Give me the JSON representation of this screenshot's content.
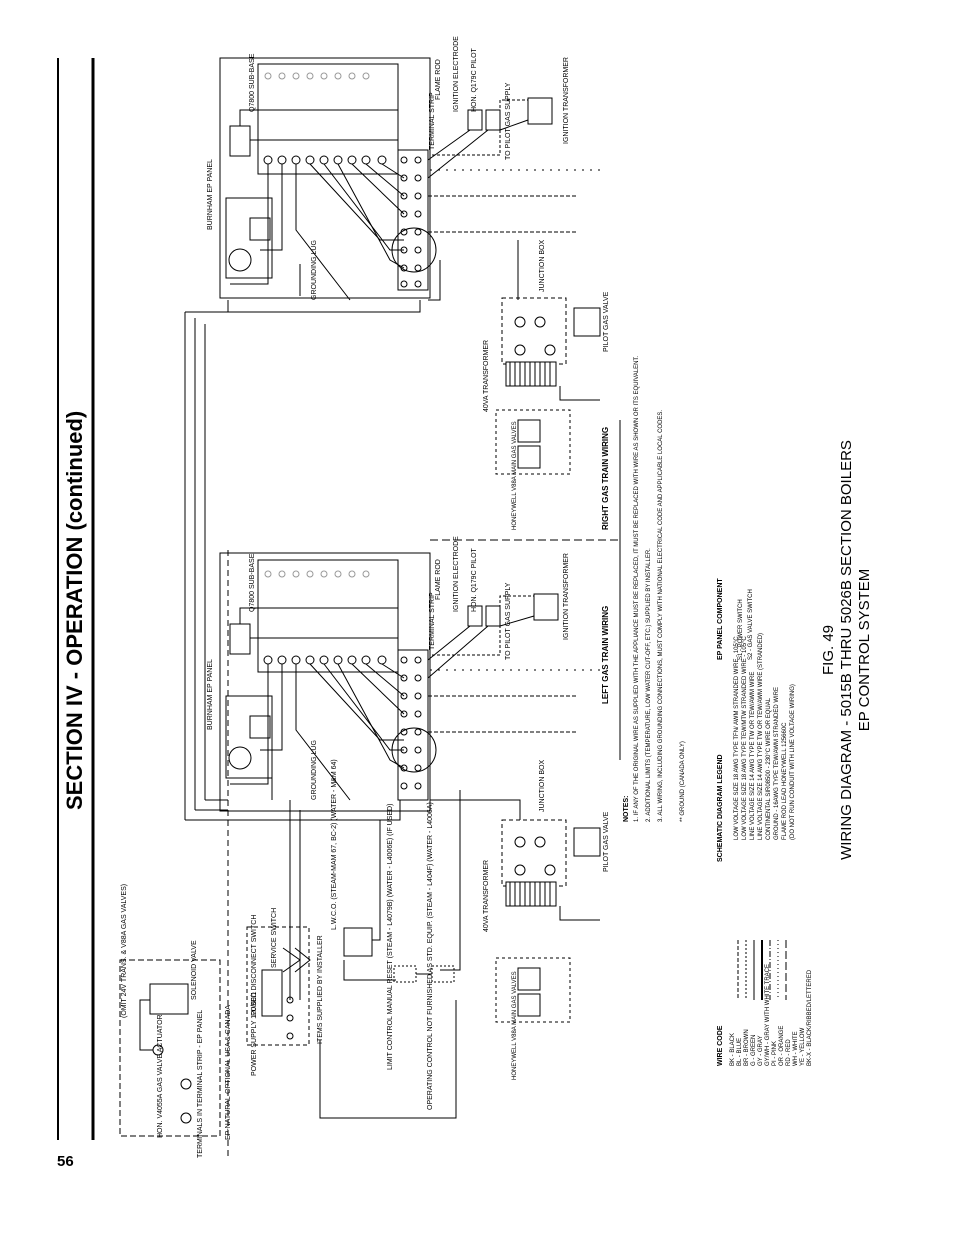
{
  "section_title": "SECTION IV - OPERATION (continued)",
  "page_number": "56",
  "figure": {
    "number": "FIG. 49",
    "line1": "WIRING DIAGRAM - 5015B THRU 5026B SECTION BOILERS",
    "line2": "EP CONTROL SYSTEM"
  },
  "right_panel": {
    "panel_title": "BURNHAM EP PANEL",
    "subbase": "Q7800 SUB-BASE",
    "terminal_strip": "TERMINAL STRIP",
    "grounding_lug": "GROUNDING LUG",
    "flame_rod": "FLAME ROD",
    "ignition_electrode": "IGNITION ELECTRODE",
    "pilot": "HON. Q179C PILOT",
    "pilot_gas_supply": "TO PILOT GAS SUPPLY",
    "ignition_transformer": "IGNITION TRANSFORMER",
    "junction_box": "JUNCTION BOX",
    "pilot_gas_valve": "PILOT GAS VALVE",
    "transformer": "40VA TRANSFORMER",
    "main_gas_valves": "HONEYWELL V88A MAIN GAS VALVES",
    "gas_train": "RIGHT GAS TRAIN WIRING"
  },
  "left_panel": {
    "panel_title": "BURNHAM EP PANEL",
    "subbase": "Q7800 SUB-BASE",
    "terminal_strip": "TERMINAL STRIP",
    "grounding_lug": "GROUNDING LUG",
    "flame_rod": "FLAME ROD",
    "ignition_electrode": "IGNITION ELECTRODE",
    "pilot": "HON. Q179C PILOT",
    "pilot_gas_supply": "TO PILOT GAS SUPPLY",
    "ignition_transformer": "IGNITION TRANSFORMER",
    "junction_box": "JUNCTION BOX",
    "pilot_gas_valve": "PILOT GAS VALVE",
    "transformer": "40VA TRANSFORMER",
    "main_gas_valves": "HONEYWELL V88A MAIN GAS VALVES",
    "gas_train": "LEFT GAS TRAIN WIRING"
  },
  "power": {
    "omit": "(OMIT 24V TRANS. & V88A GAS VALVES)",
    "solenoid": "SOLENOID VALVE",
    "actuator": "HON. V4055A GAS VALVE ACTUATOR",
    "terminals": "TERMINALS IN TERMINAL STRIP - EP PANEL",
    "ep_option": "EP-NATURAL-OPTIONAL USA & CANADA",
    "power_supply": "POWER SUPPLY 120/60/1",
    "fused": "FUSED DISCONNECT SWITCH",
    "service_switch": "SERVICE SWITCH",
    "items_supplied": "ITEMS SUPPLIED BY INSTALLER",
    "lwco": "L.W.C.O. (STEAM-MAM 67, BC-2) (WATER - M&M 64)",
    "limit_control": "LIMIT CONTROL MANUAL RESET (STEAM - L4079B) (WATER - L4006E) (IF USED)",
    "operating_control": "OPERATING CONTROL NOT FURNISHED AS STD. EQUIP. (STEAM - L404F) (WATER - L4006A)"
  },
  "notes": {
    "title": "NOTES:",
    "items": [
      "1. IF ANY OF THE ORIGINAL WIRE AS SUPPLIED WITH THE APPLIANCE MUST BE REPLACED, IT MUST BE REPLACED WITH WIRE AS SHOWN OR ITS EQUIVALENT.",
      "2. ADDITIONAL LIMITS (TEMPERATURE, LOW WATER CUT-OFF, ETC.) SUPPLIED BY INSTALLER.",
      "3. ALL WIRING, INCLUDING GROUNDING CONNECTIONS, MUST COMPLY WITH NATIONAL ELECTRICAL CODE AND APPLICABLE LOCAL CODES."
    ],
    "ground": "** GROUND (CANADA ONLY)"
  },
  "legend": {
    "title": "SCHEMATIC DIAGRAM LEGEND",
    "items": [
      "LOW VOLTAGE SIZE 18 AWG TYPE TFN/ AWM STRANDED WIRE - 105°C",
      "LOW VOLTAGE SIZE 18 AWG TYPE TEW/MTW STRANDED WIRE - 105°C",
      "LINE VOLTAGE SIZE 14 AWG TYPE TW OR TEW/AWM WIRE",
      "LINE VOLTAGE SIZE 14 AWG TYPE TW OR TEW/AWM WIRE (STRANDED)",
      "CONTINENTAL SIR08500 - 230°C WIRE OR EQUAL",
      "GROUND - 16AWG TYPE TEW/AWM STRANDED WIRE",
      "FLAME ROD LEAD HONEYWELL 125660C",
      "(DO NOT RUN CONDUIT WITH LINE VOLTAGE WIRING)"
    ]
  },
  "ep_component": {
    "title": "EP PANEL COMPONENT",
    "items": [
      "S1 - POWER SWITCH",
      "S2 - GAS VALVE SWITCH"
    ]
  },
  "wire_code": {
    "title": "WIRE CODE",
    "items": [
      "BK - BLACK",
      "BL - BLUE",
      "BR - BROWN",
      "G - GREEN",
      "GY - GRAY",
      "GY/WH - GRAY WITH WHITE TRACE",
      "PI - PINK",
      "OR - ORANGE",
      "RD - RED",
      "WH - WHITE",
      "YE - YELLOW",
      "BK-X - BLACK/RIBBED/LETTERED"
    ]
  }
}
